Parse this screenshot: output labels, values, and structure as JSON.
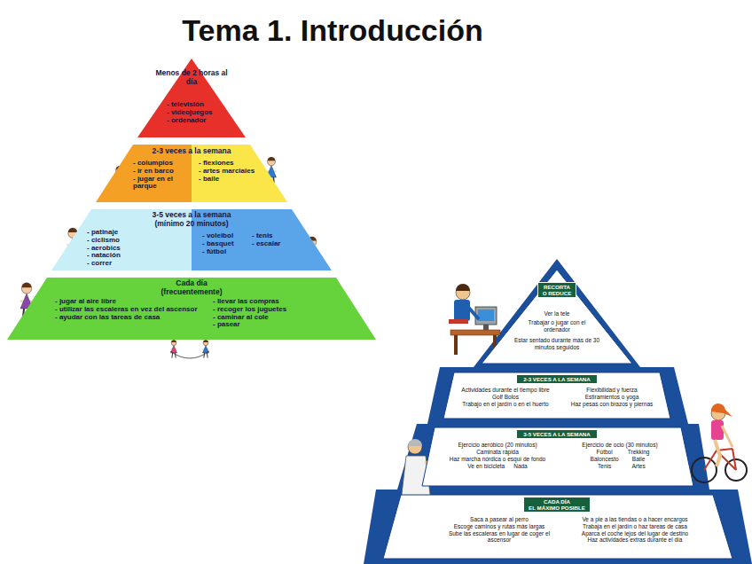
{
  "diagram": {
    "title": "Tema 1. Introducción",
    "nodes": [
      {
        "text": [
          "Menos de 2 horas al día",
          "- televisión",
          "- videojuegos",
          "- ordenador"
        ]
      },
      {
        "text": [
          "2-3 veces a la semana",
          "- columpios",
          "- ir en barco",
          "- jugar en el parque",
          "- flexiones",
          "- artes marciales",
          "- baile"
        ]
      },
      {
        "text": [
          "3-5 veces a la semana",
          "(mínimo 20 minutos)",
          "- patinaje",
          "- ciclismo",
          "- aerobics",
          "- natación",
          "- correr",
          "- voleibol",
          "- basquet",
          "- fútbol",
          "- tenis",
          "- escalar"
        ]
      },
      {
        "text": [
          "Cada día",
          "(frecuentemente)",
          "- jugar al aire libre",
          "- utilizar las escaleras en vez del ascensor",
          "- ayudar con las tareas de casa",
          "- llevar las compras",
          "- recoger los juguetes",
          "- caminar al cole",
          "- pasear"
        ]
      },
      {
        "text": [
          "RECORTA O REDUCE",
          "Ver la tele",
          "Trabajar o jugar con el ordenador",
          "Estar sentado durante más de 30 minutos seguidos"
        ]
      },
      {
        "text": [
          "2-3 VECES A LA SEMANA",
          "Actividades durante el tiempo libre",
          "Golf Bolos",
          "Trabajo en el jardín o en el huerto",
          "Flexibilidad y fuerza",
          "Estiramientos o yoga",
          "Haz pesas con brazos y piernas"
        ]
      },
      {
        "text": [
          "3-5 VECES A LA SEMANA",
          "Ejercicio aeróbico (20 minutos)",
          "Caminata rápida",
          "Haz marcha nórdica o esquí de fondo",
          "Ve en bicicleta",
          "Nada",
          "Ejercicio de ocio (30 minutos)",
          "Fútbol",
          "Trekking",
          "Baloncesto",
          "Baile",
          "Tenis",
          "Artes"
        ]
      },
      {
        "text": [
          "CADA DÍA",
          "EL MÁXIMO POSIBLE",
          "Saca a pasear al perro",
          "Escoge caminos y rutas más largas",
          "Sube las escaleras en lugar de coger el ascensor",
          "Ve a pie a las tiendas o a hacer encargos",
          "Trabaja en el jardín o haz tareas de casa",
          "Aparca el coche lejos del lugar de destino",
          "Haz actividades extras durante el día"
        ]
      }
    ]
  }
}
